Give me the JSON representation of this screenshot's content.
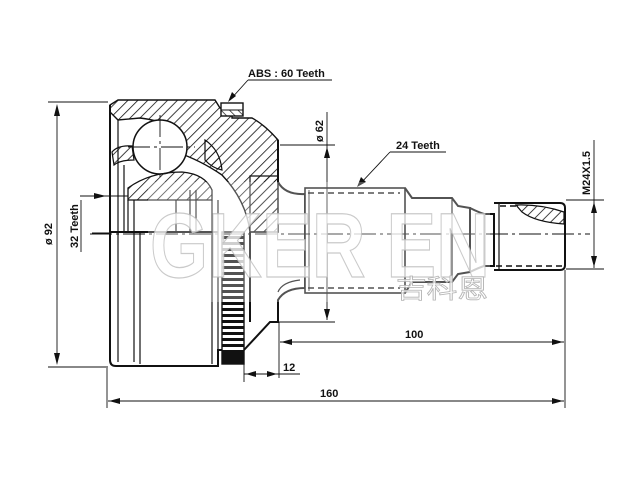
{
  "diagram": {
    "type": "technical-drawing",
    "subject": "CV joint (outer constant velocity joint)",
    "annotations": {
      "abs_teeth": "ABS : 60 Teeth",
      "spline_teeth": "24 Teeth",
      "inner_spline_teeth": "32 Teeth",
      "outer_diameter": "ø 92",
      "seal_diameter": "ø 62",
      "thread": "M24X1.5"
    },
    "dimensions": {
      "shaft_length": "100",
      "abs_offset": "12",
      "overall_length": "160"
    },
    "watermark": {
      "latin": "GKER EN",
      "chinese": "吉科恩"
    },
    "colors": {
      "line": "#111111",
      "background": "#ffffff",
      "watermark_outline": "#bdbdbd"
    }
  }
}
